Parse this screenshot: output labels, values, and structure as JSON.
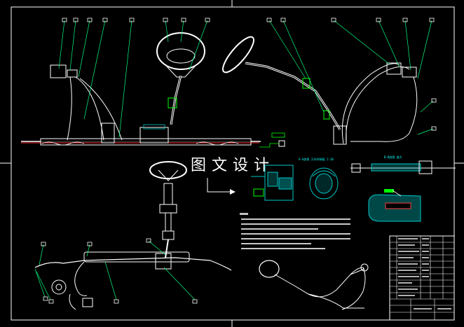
{
  "watermark": {
    "text": "图文设计"
  },
  "view_labels": {
    "section_a": "A-A剖视 万向节装配 1:10",
    "section_b": "B-B剖视 放大"
  },
  "colors": {
    "background": "#000000",
    "line": "#ffffff",
    "leader": "#00ff80",
    "cyan": "#00c8c8",
    "axis": "#ff2a2a",
    "yellow": "#ffff00",
    "green": "#00ff00",
    "grey": "#a0a0a0"
  },
  "icons": {
    "balloon": "balloon-icon",
    "steering_wheel": "steering-wheel-icon",
    "arrow": "arrow-right-icon"
  }
}
